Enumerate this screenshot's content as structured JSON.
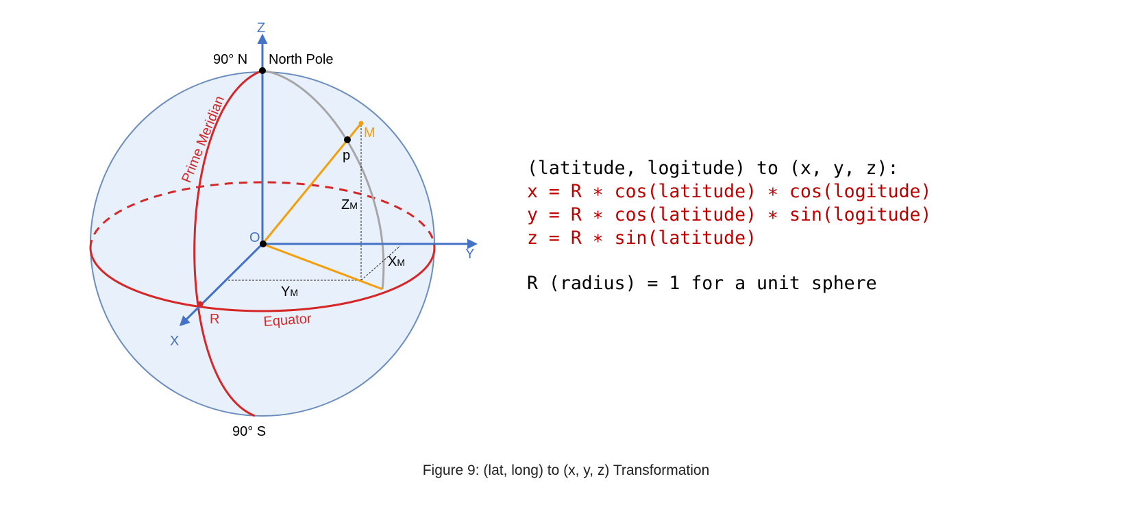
{
  "diagram": {
    "labels": {
      "z_axis": "Z",
      "y_axis": "Y",
      "x_axis": "X",
      "north_lat": "90° N",
      "north_pole": "North Pole",
      "south_lat": "90° S",
      "prime_meridian": "Prime Meridian",
      "equator": "Equator",
      "origin": "O",
      "point_m": "M",
      "point_p": "p",
      "point_r": "R",
      "z_m": "Z",
      "y_m": "Y",
      "x_m": "X",
      "subscript_m": "M"
    },
    "colors": {
      "axis": "#4472c4",
      "sphere_fill": "#e8f0fb",
      "sphere_stroke": "#6c8ebf",
      "red": "#d62728",
      "orange": "#f59e0b",
      "gray": "#a6a6a6"
    }
  },
  "formulas": {
    "heading": "(latitude, logitude) to (x, y, z):",
    "x": "x = R ∗ cos(latitude) ∗ cos(logitude)",
    "y": "y = R ∗ cos(latitude) ∗ sin(logitude)",
    "z": "z = R ∗ sin(latitude)",
    "note": "R (radius) = 1 for a unit sphere"
  },
  "caption": "Figure 9: (lat, long) to (x, y, z) Transformation"
}
